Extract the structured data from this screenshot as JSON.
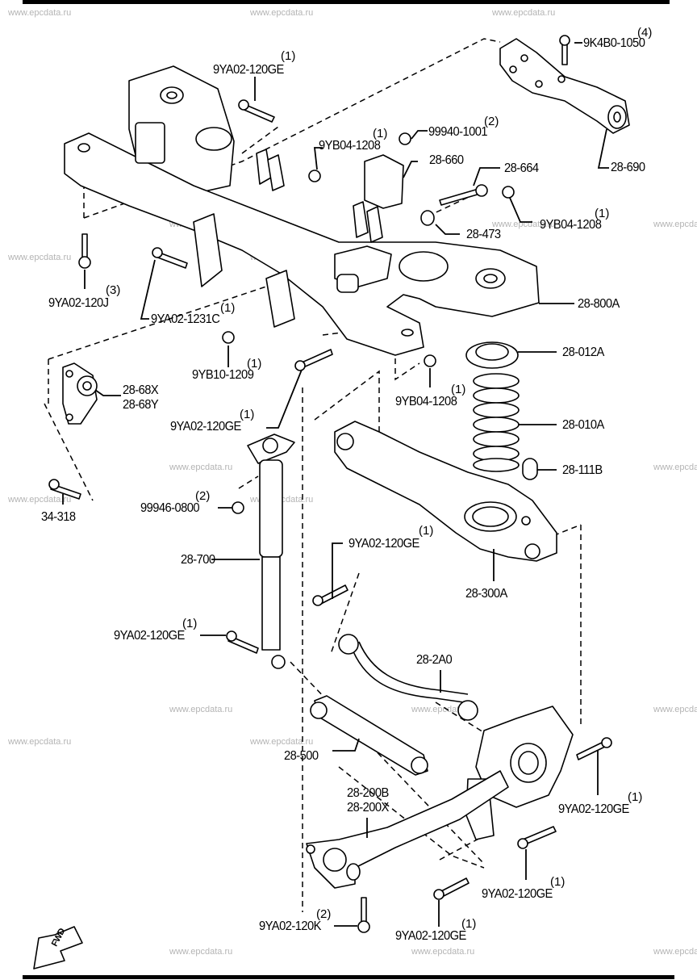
{
  "diagram": {
    "title": "Rear suspension exploded parts diagram",
    "watermark": "www.epcdata.ru",
    "fwd_label": "FWD",
    "parts": [
      {
        "id": "9YA02-120GE_a",
        "number": "9YA02-120GE",
        "qty": "(1)"
      },
      {
        "id": "9K4B0-1050",
        "number": "9K4B0-1050",
        "qty": "(4)"
      },
      {
        "id": "99940-1001",
        "number": "99940-1001",
        "qty": "(2)"
      },
      {
        "id": "9YB04-1208_a",
        "number": "9YB04-1208",
        "qty": "(1)"
      },
      {
        "id": "28-660",
        "number": "28-660",
        "qty": ""
      },
      {
        "id": "28-664",
        "number": "28-664",
        "qty": ""
      },
      {
        "id": "28-690",
        "number": "28-690",
        "qty": ""
      },
      {
        "id": "9YB04-1208_b",
        "number": "9YB04-1208",
        "qty": "(1)"
      },
      {
        "id": "28-473",
        "number": "28-473",
        "qty": ""
      },
      {
        "id": "9YA02-120J",
        "number": "9YA02-120J",
        "qty": "(3)"
      },
      {
        "id": "28-800A",
        "number": "28-800A",
        "qty": ""
      },
      {
        "id": "9YA02-1231C",
        "number": "9YA02-1231C",
        "qty": "(1)"
      },
      {
        "id": "28-012A",
        "number": "28-012A",
        "qty": ""
      },
      {
        "id": "9YB10-1209",
        "number": "9YB10-1209",
        "qty": "(1)"
      },
      {
        "id": "28-68X",
        "number": "28-68X",
        "qty": ""
      },
      {
        "id": "28-68Y",
        "number": "28-68Y",
        "qty": ""
      },
      {
        "id": "9YB04-1208_c",
        "number": "9YB04-1208",
        "qty": "(1)"
      },
      {
        "id": "9YA02-120GE_b",
        "number": "9YA02-120GE",
        "qty": "(1)"
      },
      {
        "id": "28-010A",
        "number": "28-010A",
        "qty": ""
      },
      {
        "id": "28-111B",
        "number": "28-111B",
        "qty": ""
      },
      {
        "id": "34-318",
        "number": "34-318",
        "qty": ""
      },
      {
        "id": "99946-0800",
        "number": "99946-0800",
        "qty": "(2)"
      },
      {
        "id": "9YA02-120GE_c",
        "number": "9YA02-120GE",
        "qty": "(1)"
      },
      {
        "id": "28-700",
        "number": "28-700",
        "qty": ""
      },
      {
        "id": "28-300A",
        "number": "28-300A",
        "qty": ""
      },
      {
        "id": "9YA02-120GE_d",
        "number": "9YA02-120GE",
        "qty": "(1)"
      },
      {
        "id": "28-2A0",
        "number": "28-2A0",
        "qty": ""
      },
      {
        "id": "28-500",
        "number": "28-500",
        "qty": ""
      },
      {
        "id": "28-200B",
        "number": "28-200B",
        "qty": ""
      },
      {
        "id": "28-200X",
        "number": "28-200X",
        "qty": ""
      },
      {
        "id": "9YA02-120GE_e",
        "number": "9YA02-120GE",
        "qty": "(1)"
      },
      {
        "id": "9YA02-120GE_f",
        "number": "9YA02-120GE",
        "qty": "(1)"
      },
      {
        "id": "9YA02-120K",
        "number": "9YA02-120K",
        "qty": "(2)"
      },
      {
        "id": "9YA02-120GE_g",
        "number": "9YA02-120GE",
        "qty": "(1)"
      }
    ]
  }
}
